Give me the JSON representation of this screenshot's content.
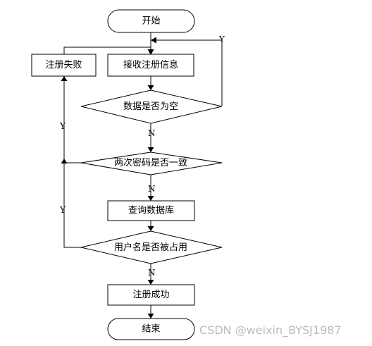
{
  "flowchart": {
    "nodes": {
      "start": "开始",
      "register_fail": "注册失败",
      "receive_info": "接收注册信息",
      "data_empty": "数据是否为空",
      "password_match": "两次密码是否一致",
      "query_db": "查询数据库",
      "username_taken": "用户名是否被占用",
      "register_success": "注册成功",
      "end": "结束"
    },
    "edge_labels": {
      "yes": "Y",
      "no": "N"
    }
  },
  "watermark": "CSDN @weixin_BYSJ1987"
}
